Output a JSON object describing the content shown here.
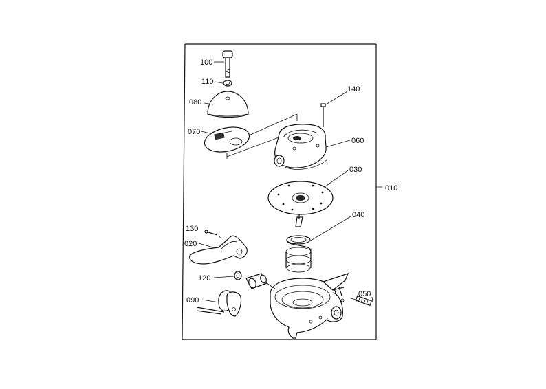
{
  "diagram": {
    "labels": {
      "p100": "100",
      "p110": "110",
      "p080": "080",
      "p070": "070",
      "p140": "140",
      "p060": "060",
      "p030": "030",
      "p010": "010",
      "p040": "040",
      "p130": "130",
      "p020": "020",
      "p120": "120",
      "p090": "090",
      "p050": "050"
    }
  }
}
